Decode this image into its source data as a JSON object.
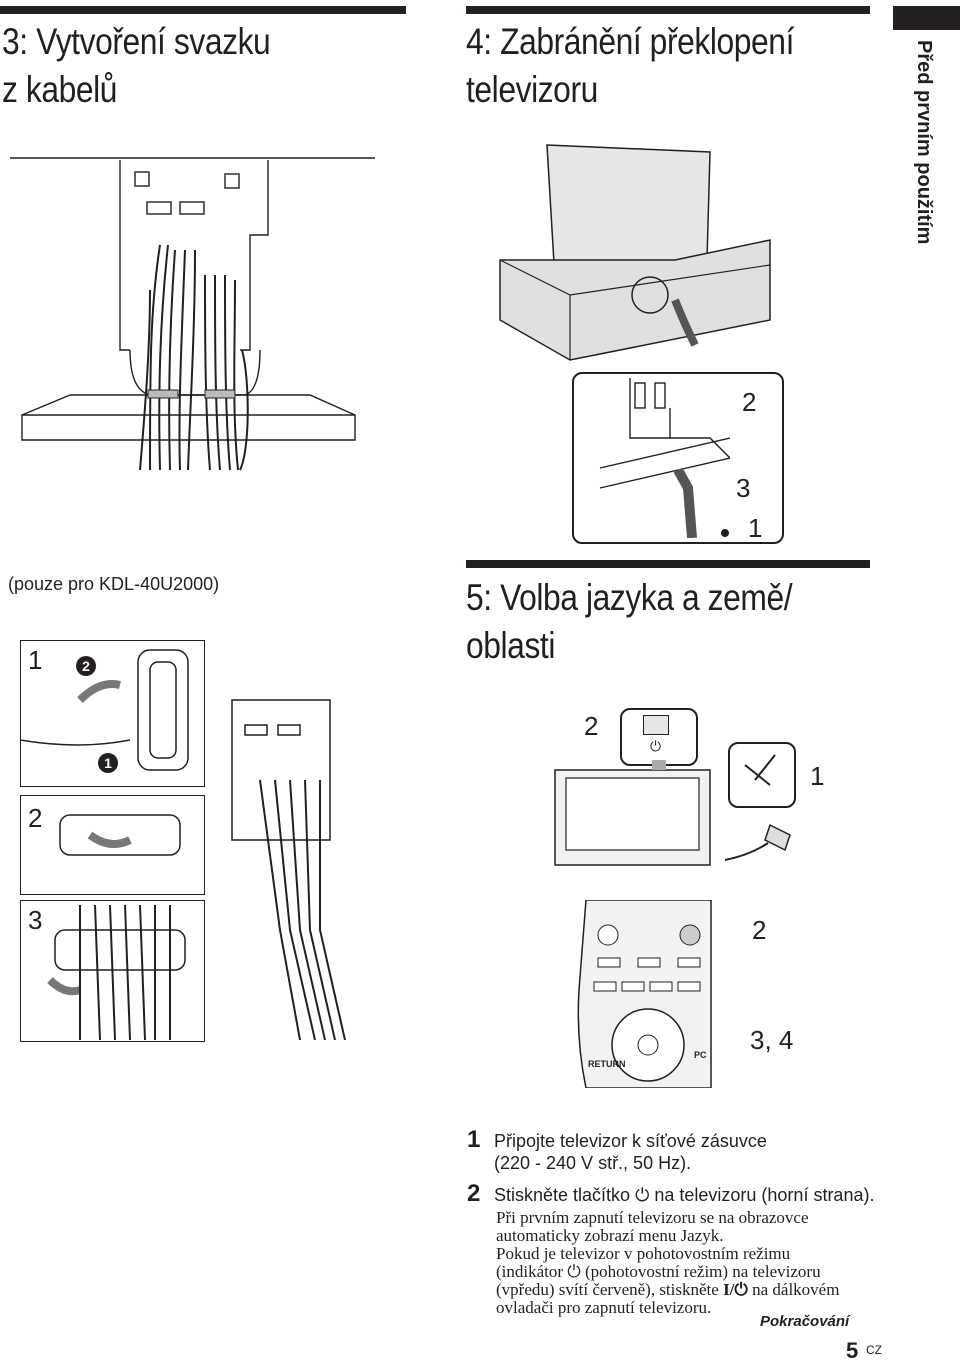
{
  "side_tab": "Před prvním použitím",
  "sections": {
    "s3": {
      "title_line1": "3: Vytvoření svazku",
      "title_line2": "z kabelů"
    },
    "s4": {
      "title_line1": "4: Zabránění překlopení",
      "title_line2": "televizoru",
      "callouts": {
        "c2": "2",
        "c3": "3",
        "c1": "1"
      }
    },
    "s5": {
      "title_line1": "5: Volba jazyka a země/",
      "title_line2": "oblasti",
      "callouts": {
        "c2a": "2",
        "c1": "1",
        "c2b": "2",
        "c34": "3, 4"
      }
    },
    "kdl_note": "(pouze pro KDL-40U2000)",
    "clip_callouts": {
      "n1": "1",
      "n2": "2",
      "n3": "3",
      "b1": "1",
      "b2": "2"
    }
  },
  "remote_labels": {
    "return": "RETURN",
    "pc": "PC"
  },
  "steps": [
    {
      "num": "1",
      "text_line1": "Připojte televizor k síťové zásuvce",
      "text_line2": "(220 - 240 V stř., 50 Hz)."
    },
    {
      "num": "2",
      "text_pre": "Stiskněte tlačítko",
      "text_post": "na televizoru (horní strana)."
    }
  ],
  "note_lines": [
    "Při prvním zapnutí televizoru se na obrazovce",
    "automaticky zobrazí menu Jazyk.",
    "Pokud je televizor v pohotovostním režimu",
    "(indikátor",
    "(pohotovostní režim) na televizoru",
    "(vpředu) svítí červeně), stiskněte",
    "na dálkovém",
    "ovladači pro zapnutí televizoru."
  ],
  "footer": {
    "continued": "Pokračování",
    "page": "5",
    "lang": "CZ"
  }
}
